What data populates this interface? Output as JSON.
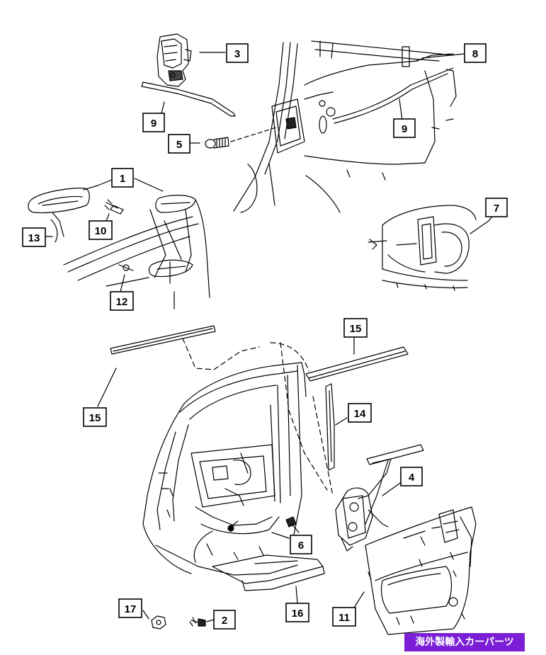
{
  "diagram": {
    "callouts": [
      {
        "id": "c3",
        "label": "3"
      },
      {
        "id": "c8",
        "label": "8"
      },
      {
        "id": "c9a",
        "label": "9"
      },
      {
        "id": "c9b",
        "label": "9"
      },
      {
        "id": "c5",
        "label": "5"
      },
      {
        "id": "c1",
        "label": "1"
      },
      {
        "id": "c7",
        "label": "7"
      },
      {
        "id": "c13",
        "label": "13"
      },
      {
        "id": "c10",
        "label": "10"
      },
      {
        "id": "c12",
        "label": "12"
      },
      {
        "id": "c15a",
        "label": "15"
      },
      {
        "id": "c15b",
        "label": "15"
      },
      {
        "id": "c14",
        "label": "14"
      },
      {
        "id": "c4",
        "label": "4"
      },
      {
        "id": "c6",
        "label": "6"
      },
      {
        "id": "c17",
        "label": "17"
      },
      {
        "id": "c2",
        "label": "2"
      },
      {
        "id": "c16",
        "label": "16"
      },
      {
        "id": "c11",
        "label": "11"
      }
    ]
  },
  "watermark": {
    "text": "海外製輸入カーパーツ"
  }
}
